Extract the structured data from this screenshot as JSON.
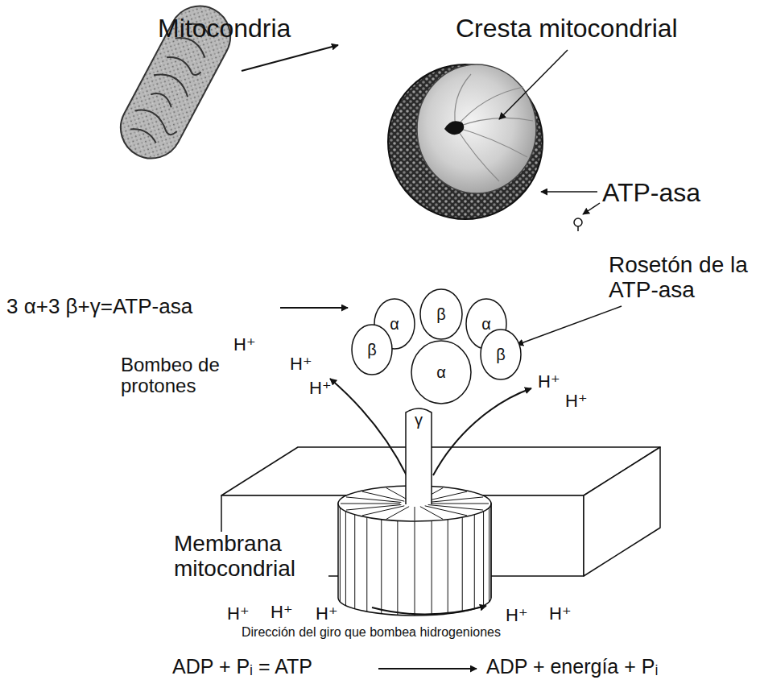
{
  "diagram": {
    "nodes": [
      {
        "text": [
          "α"
        ]
      },
      {
        "text": [
          "β"
        ]
      },
      {
        "text": [
          "α"
        ]
      },
      {
        "text": [
          "β"
        ]
      },
      {
        "text": [
          "α"
        ]
      },
      {
        "text": [
          "β"
        ]
      },
      {
        "text": [
          "γ"
        ]
      }
    ],
    "labels": [
      "Mitocondria",
      "Cresta mitocondrial",
      "ATP-asa",
      "3 α+3 β+γ=ATP-asa",
      "Rosetón de la ATP-asa",
      "Bombeo de protones",
      "H⁺",
      "H⁺",
      "H⁺",
      "H⁺",
      "H⁺",
      "Membrana mitocondrial",
      "H⁺",
      "H⁺",
      "H⁺",
      "H⁺",
      "H⁺",
      "Dirección del giro que bombea hidrogeniones",
      "ADP + Pᵢ = ATP",
      "ADP + energía + Pᵢ"
    ]
  }
}
